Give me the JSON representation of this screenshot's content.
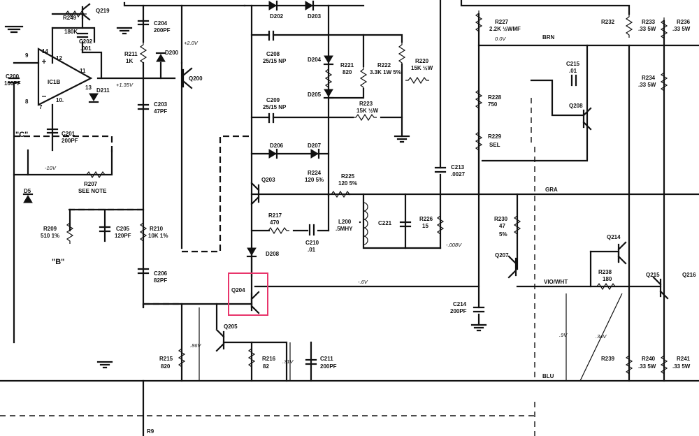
{
  "highlight_color": "#e8356b",
  "labels": {
    "R249": "R249",
    "R249_val": "180K",
    "Q219": "Q219",
    "C202": "C202",
    "C202_val": ".001",
    "C204": "C204",
    "C204_val": "200PF",
    "C200": "C200",
    "C200_val": "100PF",
    "IC1B": "IC1B",
    "pin9": "9",
    "pin14": "14",
    "pin12": "12",
    "pin11": "11",
    "pin13": "13",
    "pin8": "8",
    "pin7": "7",
    "pin10": "10.",
    "D211": "D211",
    "D200": "D200",
    "R211": "R211",
    "R211_val": "1K",
    "Q200": "Q200",
    "v_2": "+2.0V",
    "v_135": "+1.35V",
    "C203": "C203",
    "C203_val": "47PF",
    "C201": "C201",
    "C201_val": "200PF",
    "lblC": "\"C\"",
    "vneg10": "-10V",
    "R207": "R207",
    "R207_note": "SEE NOTE",
    "D5": "D5",
    "R209": "R209",
    "R209_val": "510 1%",
    "C205": "C205",
    "C205_val": "120PF",
    "R210": "R210",
    "R210_val": "10K 1%",
    "lblB": "\"B\"",
    "C206": "C206",
    "C206_val": "82PF",
    "R215": "R215",
    "R215_val": "820",
    "v_086": ".86V",
    "Q205": "Q205",
    "R216": "R216",
    "R216_val": "82",
    "v_031": ".31V",
    "C211": "C211",
    "C211_val": "200PF",
    "R9": "R9",
    "Q204": "Q204",
    "v_06": "-.6V",
    "D208": "D208",
    "C210": "C210",
    "C210_val": ".01",
    "R217": "R217",
    "R217_val": "470",
    "Q203": "Q203",
    "D206": "D206",
    "D207": "D207",
    "R224": "R224",
    "R224_val": "120 5%",
    "R225": "R225",
    "R225_val": "120 5%",
    "L200": "L200",
    "L200_val": ".5MHY",
    "C221": "C221",
    "R226": "R226",
    "R226_val": "15",
    "v_008": "-.008V",
    "C213": "C213",
    "C213_val": ".0027",
    "C208": "C208",
    "C208_val": "25/15 NP",
    "C209": "C209",
    "C209_val": "25/15 NP",
    "D202": "D202",
    "D203": "D203",
    "D204": "D204",
    "D205": "D205",
    "R221": "R221",
    "R221_val": "820",
    "R222": "R222",
    "R222_val": "3.3K 1W 5%",
    "R220": "R220",
    "R220_val": "15K ½W",
    "R223": "R223",
    "R223_val": "15K ½W",
    "R227": "R227",
    "R227_val": "2.2K ½WMF",
    "v_00": "0.0V",
    "BRN": "BRN",
    "R228": "R228",
    "R228_val": "750",
    "R229": "R229",
    "R229_val": "SEL",
    "C215": "C215",
    "C215_val": ".01",
    "Q208": "Q208",
    "R232": "R232",
    "R233": "R233",
    "R233_val": ".33 5W",
    "R234": "R234",
    "R234_val": ".33 5W",
    "R236": "R236",
    "R236_val": ".33 5W",
    "GRA": "GRA",
    "R230": "R230",
    "R230_val": "47",
    "R230_tol": "5%",
    "Q214": "Q214",
    "Q207": "Q207",
    "R238": "R238",
    "R238_val": "180",
    "Q215": "Q215",
    "Q216": "Q216",
    "VIOWHT": "VIO/WHT",
    "C214": "C214",
    "C214_val": "200PF",
    "v_09": ".9V",
    "v_034": ".34V",
    "R239": "R239",
    "R240": "R240",
    "R240_val": ".33 5W",
    "R241": "R241",
    "R241_val": ".33 5W",
    "BLU": "BLU"
  }
}
